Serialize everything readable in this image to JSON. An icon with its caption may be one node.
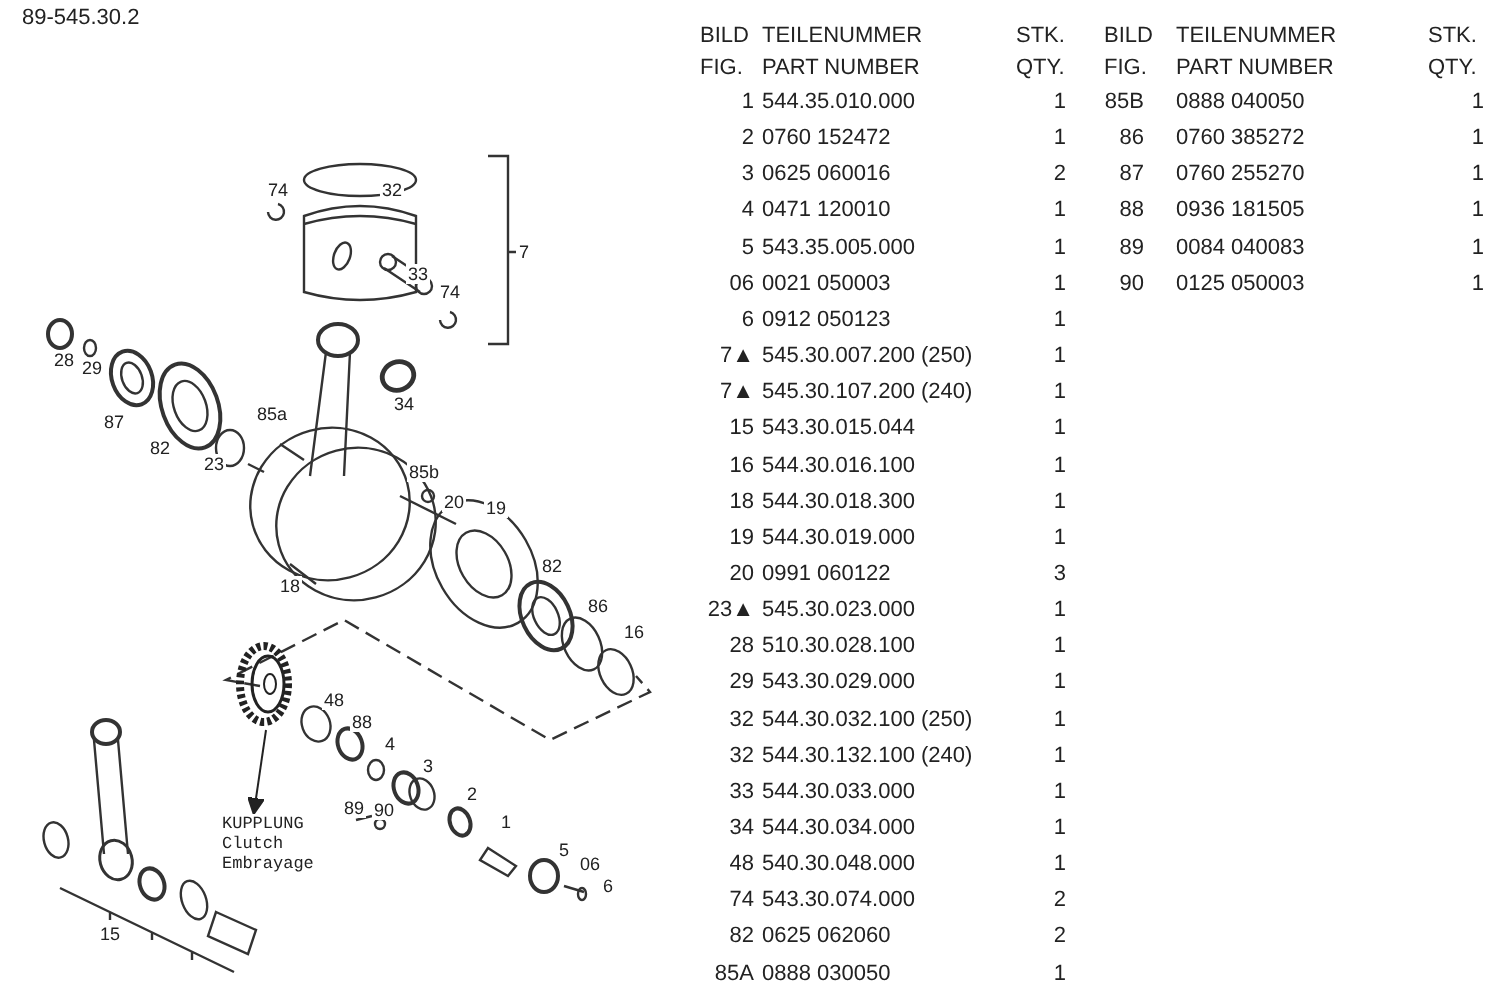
{
  "diagram": {
    "title": "89-545.30.2",
    "nodes": [
      {
        "text": [],
        "shape": "picture"
      },
      {
        "text": [
          "KUPPLUNG Clutch Embrayage"
        ]
      }
    ],
    "edges": [
      {
        "from": 0,
        "to": 1,
        "arrow": "to"
      }
    ],
    "labels": [
      "74",
      "32",
      "7",
      "33",
      "74",
      "28",
      "29",
      "34",
      "87",
      "85a",
      "82",
      "23",
      "85b",
      "20",
      "19",
      "18",
      "82",
      "86",
      "16",
      "48",
      "88",
      "4",
      "3",
      "89",
      "90",
      "2",
      "1",
      "5",
      "06",
      "6",
      "15",
      "BILD FIG.",
      "TEILENUMMER PART NUMBER",
      "STK. QTY.",
      "BILD FIG.",
      "TEILENUMMER PART NUMBER",
      "STK. QTY.",
      "1",
      "544.35.010.000",
      "1",
      "85B",
      "0888 040050",
      "1",
      "2",
      "0760 152472",
      "1",
      "86",
      "0760 385272",
      "1",
      "3",
      "0625 060016",
      "2",
      "87",
      "0760 255270",
      "1",
      "4",
      "0471 120010",
      "1",
      "88",
      "0936 181505",
      "1",
      "5",
      "543.35.005.000",
      "1",
      "89",
      "0084 040083",
      "1",
      "06",
      "0021 050003",
      "1",
      "90",
      "0125 050003",
      "1",
      "6",
      "0912 050123",
      "1",
      "7▲",
      "545.30.007.200 (250)",
      "1",
      "7▲",
      "545.30.107.200 (240)",
      "1",
      "15",
      "543.30.015.044",
      "1",
      "16",
      "544.30.016.100",
      "1",
      "18",
      "544.30.018.300",
      "1",
      "19",
      "544.30.019.000",
      "1",
      "20",
      "0991 060122",
      "3",
      "23▲",
      "545.30.023.000",
      "1",
      "28",
      "510.30.028.100",
      "1",
      "29",
      "543.30.029.000",
      "1",
      "32",
      "544.30.032.100 (250)",
      "1",
      "32",
      "544.30.132.100 (240)",
      "1",
      "33",
      "544.30.033.000",
      "1",
      "34",
      "544.30.034.000",
      "1",
      "48",
      "540.30.048.000",
      "1",
      "74",
      "543.30.074.000",
      "2",
      "82",
      "0625 062060",
      "2",
      "85A",
      "0888 030050",
      "1"
    ]
  }
}
